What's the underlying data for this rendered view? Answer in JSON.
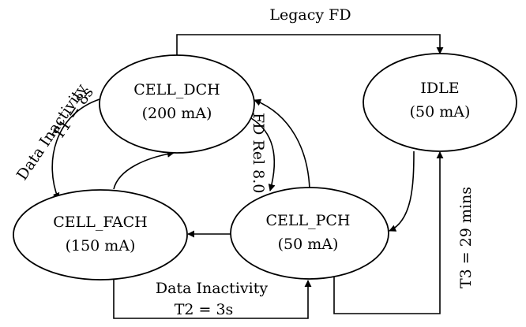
{
  "states": {
    "dch": {
      "name": "CELL_DCH",
      "power": "(200 mA)"
    },
    "idle": {
      "name": "IDLE",
      "power": "(50 mA)"
    },
    "fach": {
      "name": "CELL_FACH",
      "power": "(150 mA)"
    },
    "pch": {
      "name": "CELL_PCH",
      "power": "(50 mA)"
    }
  },
  "labels": {
    "legacy_fd": "Legacy FD",
    "data_inactivity_1": "Data Inactivity",
    "t1": "T1 = 8s",
    "fd_rel": "FD Rel 8.0",
    "data_inactivity_2": "Data Inactivity",
    "t2": "T2 = 3s",
    "t3": "T3 = 29 mins"
  }
}
